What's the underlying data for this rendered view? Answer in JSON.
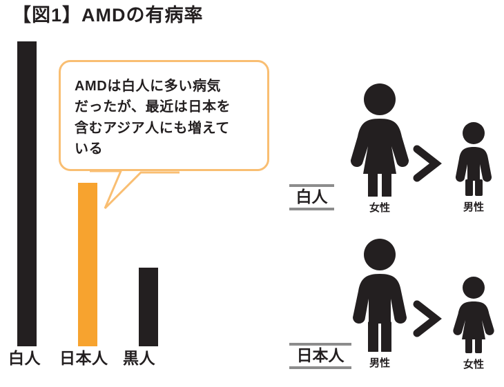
{
  "title": "【図1】AMDの有病率",
  "colors": {
    "dark": "#231F20",
    "accent_orange": "#F7A32F",
    "bubble_border": "#F9BE72",
    "rule_gray": "#8C8C8C",
    "background": "#FFFFFF"
  },
  "callout": {
    "text": "AMDは白人に多い病気\nだったが、最近は日本を\n含むアジア人にも増えて\nいる"
  },
  "chart_data": {
    "type": "bar",
    "title": "AMDの有病率",
    "categories": [
      "白人",
      "日本人",
      "黒人"
    ],
    "values": [
      100,
      54,
      26
    ],
    "bar_colors": [
      "#231F20",
      "#F7A32F",
      "#231F20"
    ],
    "xlabel": "",
    "ylabel": "",
    "ylim": [
      0,
      100
    ],
    "grid": false,
    "legend": "none",
    "note": "相対的な棒の高さ（軸目盛り表示なし）"
  },
  "comparison": {
    "rows": [
      {
        "group_label": "白人",
        "greater_symbol": ">",
        "larger": {
          "caption": "女性",
          "icon": "female-figure-icon",
          "size": "large"
        },
        "smaller": {
          "caption": "男性",
          "icon": "male-figure-icon",
          "size": "small"
        }
      },
      {
        "group_label": "日本人",
        "greater_symbol": ">",
        "larger": {
          "caption": "男性",
          "icon": "male-figure-icon",
          "size": "large"
        },
        "smaller": {
          "caption": "女性",
          "icon": "female-figure-icon",
          "size": "small"
        }
      }
    ]
  }
}
